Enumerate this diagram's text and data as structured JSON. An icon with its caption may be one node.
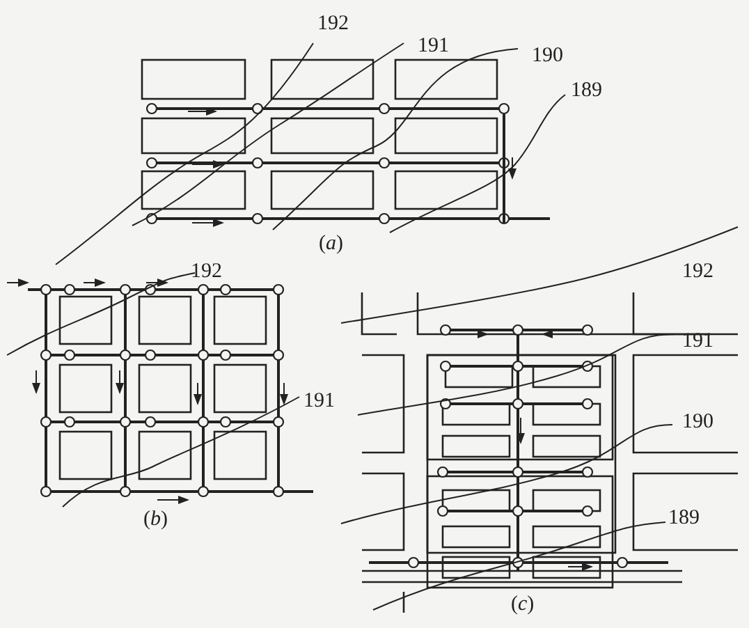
{
  "diagram": {
    "labels": [
      "192",
      "191",
      "190",
      "189",
      "(*a*)",
      "192",
      "191",
      "(*b*)",
      "192",
      "191",
      "190",
      "189",
      "(*c*)"
    ]
  }
}
